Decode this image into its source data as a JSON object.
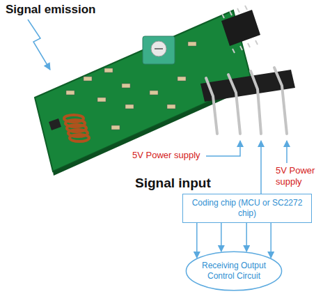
{
  "diagram": {
    "nodes": [
      {
        "text": [
          "Coding chip (MCU or SC2272 chip)"
        ]
      },
      {
        "text": [
          "Receiving Output Control Circuit"
        ]
      }
    ],
    "edges": [
      {
        "from": 0,
        "to": 1,
        "arrow": "to"
      },
      {
        "from": 0,
        "to": 1,
        "arrow": "to"
      },
      {
        "from": 0,
        "to": 1,
        "arrow": "to"
      },
      {
        "from": 0,
        "to": 1,
        "arrow": "to"
      }
    ],
    "labels": [
      "Signal emission",
      "5V Power supply",
      "5V Power supply",
      "Signal input"
    ]
  }
}
